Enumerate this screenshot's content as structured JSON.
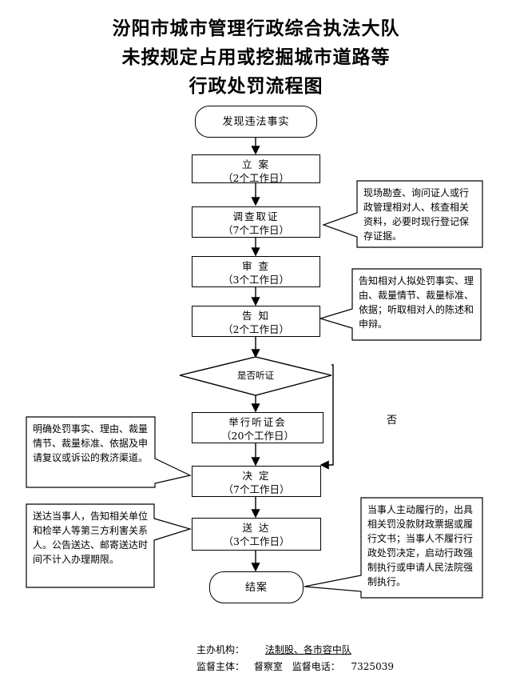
{
  "title": {
    "line1": "汾阳市城市管理行政综合执法大队",
    "line2": "未按规定占用或挖掘城市道路等",
    "line3": "行政处罚流程图"
  },
  "flow": {
    "start": "发现违法事实",
    "lian": {
      "name": "立 案",
      "time": "（2个工作日）"
    },
    "diaocha": {
      "name": "调查取证",
      "time": "（7个工作日）"
    },
    "shencha": {
      "name": "审 查",
      "time": "（3个工作日）"
    },
    "gaozhi": {
      "name": "告 知",
      "time": "（2个工作日）"
    },
    "decision": "是否听证",
    "tingzheng": {
      "name": "举行听证会",
      "time": "（20个工作日）"
    },
    "jueding": {
      "name": "决 定",
      "time": "（7个工作日）"
    },
    "songda": {
      "name": "送 达",
      "time": "（3个工作日）"
    },
    "end": "结案",
    "no_label": "否"
  },
  "notes": {
    "diaocha": "现场勘查、询问证人或行政管理相对人、核查相关资料，必要时现行登记保存证据。",
    "gaozhi": "告知相对人拟处罚事实、理由、裁量情节、裁量标准、依据；听取相对人的陈述和申辩。",
    "jueding": "明确处罚事实、理由、裁量情节、裁量标准、依据及申请复议或诉讼的救济渠道。",
    "songda": "送达当事人，告知相关单位和检举人等第三方利害关系人。公告送达、邮寄送达时间不计入办理期限。",
    "end": "当事人主动履行的，出具相关罚没款财政票据或履行文书；当事人不履行行政处罚决定，启动行政强制执行或申请人民法院强制执行。"
  },
  "footer": {
    "host_label": "主办机构：",
    "host_value": "法制股、各市容中队",
    "supervisor_label": "监督主体：",
    "supervisor_value": "督察室",
    "phone_label": "监督电话：",
    "phone_value": "7325039"
  }
}
